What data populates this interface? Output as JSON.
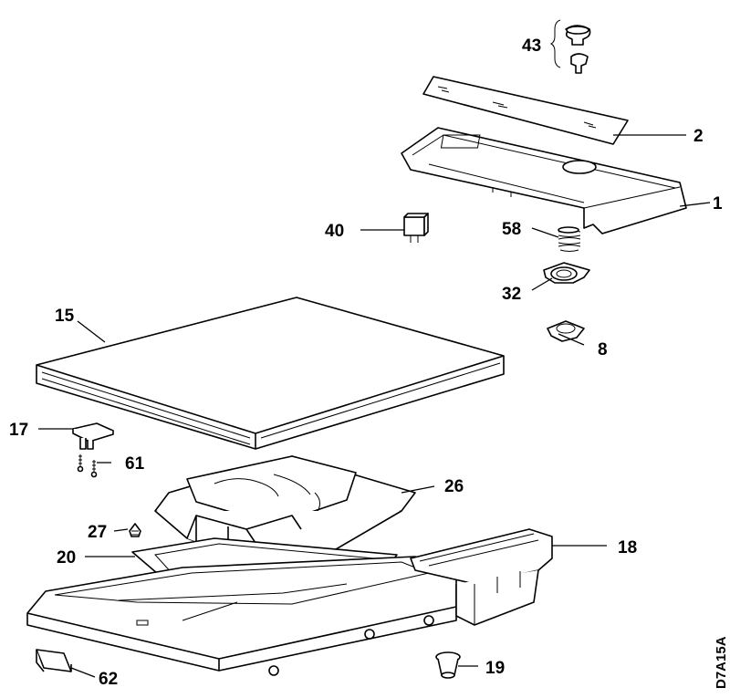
{
  "diagram": {
    "code": "D7A15A",
    "labels": {
      "p1": "1",
      "p2": "2",
      "p8": "8",
      "p15": "15",
      "p17": "17",
      "p18": "18",
      "p19": "19",
      "p20": "20",
      "p26": "26",
      "p27": "27",
      "p32": "32",
      "p40": "40",
      "p43": "43",
      "p58": "58",
      "p61": "61",
      "p62": "62"
    }
  }
}
